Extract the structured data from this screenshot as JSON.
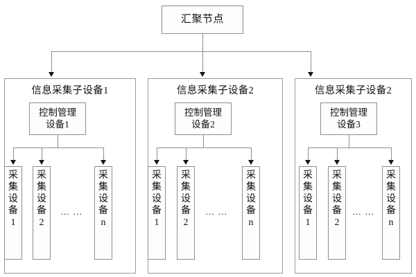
{
  "diagram": {
    "title": "汇聚节点",
    "root": {
      "label": "汇聚节点"
    },
    "ellipsis": "… …",
    "colors": {
      "background": "#ffffff",
      "box_fill": "#fdfdfd",
      "border": "#8d8d8d",
      "group_border": "#9a9a9a",
      "arrow": "#151515",
      "text": "#111111"
    },
    "groups": [
      {
        "title": "信息采集子设备1",
        "control": {
          "line1": "控制管理",
          "line2": "设备1"
        },
        "leaves": [
          {
            "chars": [
              "采",
              "集",
              "设",
              "备",
              "1"
            ]
          },
          {
            "chars": [
              "采",
              "集",
              "设",
              "备",
              "2"
            ]
          },
          {
            "chars": [
              "采",
              "集",
              "设",
              "备",
              "n"
            ]
          }
        ]
      },
      {
        "title": "信息采集子设备2",
        "control": {
          "line1": "控制管理",
          "line2": "设备2"
        },
        "leaves": [
          {
            "chars": [
              "采",
              "集",
              "设",
              "备",
              "1"
            ]
          },
          {
            "chars": [
              "采",
              "集",
              "设",
              "备",
              "2"
            ]
          },
          {
            "chars": [
              "采",
              "集",
              "设",
              "备",
              "n"
            ]
          }
        ]
      },
      {
        "title": "信息采集子设备2",
        "control": {
          "line1": "控制管理",
          "line2": "设备3"
        },
        "leaves": [
          {
            "chars": [
              "采",
              "集",
              "设",
              "备",
              "1"
            ]
          },
          {
            "chars": [
              "采",
              "集",
              "设",
              "备",
              "2"
            ]
          },
          {
            "chars": [
              "采",
              "集",
              "设",
              "备",
              "n"
            ]
          }
        ]
      }
    ]
  }
}
